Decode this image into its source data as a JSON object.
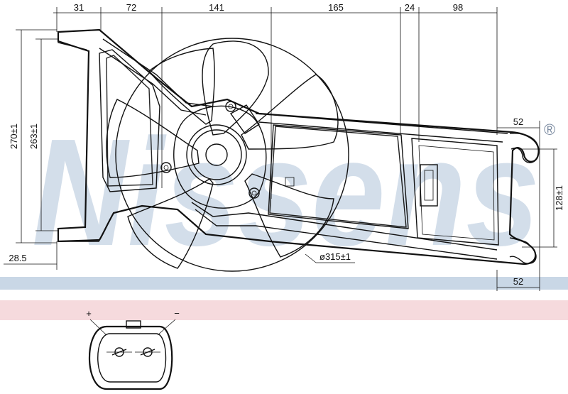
{
  "brand": {
    "watermark": "Nissens",
    "registered_mark": "®",
    "watermark_color": "#c5d3e3",
    "band_blue": "#c9d7e6",
    "band_pink": "#f6dadd"
  },
  "dimensions": {
    "top": [
      "31",
      "72",
      "141",
      "165",
      "24",
      "98"
    ],
    "left_height_outer": "270±1",
    "left_height_inner": "263±1",
    "left_bottom": "28.5",
    "fan_diameter": "ø315±1",
    "right_top": "52",
    "right_height": "128±1",
    "right_bottom": "52"
  },
  "connector": {
    "plus": "+",
    "minus": "−"
  }
}
